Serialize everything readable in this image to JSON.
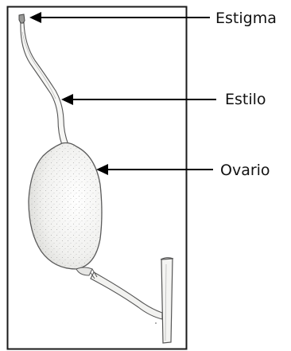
{
  "labels": {
    "stigma": "Estigma",
    "style": "Estilo",
    "ovary": "Ovario"
  },
  "colors": {
    "frame": "#1a1a1a",
    "arrow": "#000000",
    "stipple": "#7a7a7a",
    "ovary_fill": "#eeeeec",
    "outline": "#555555"
  }
}
